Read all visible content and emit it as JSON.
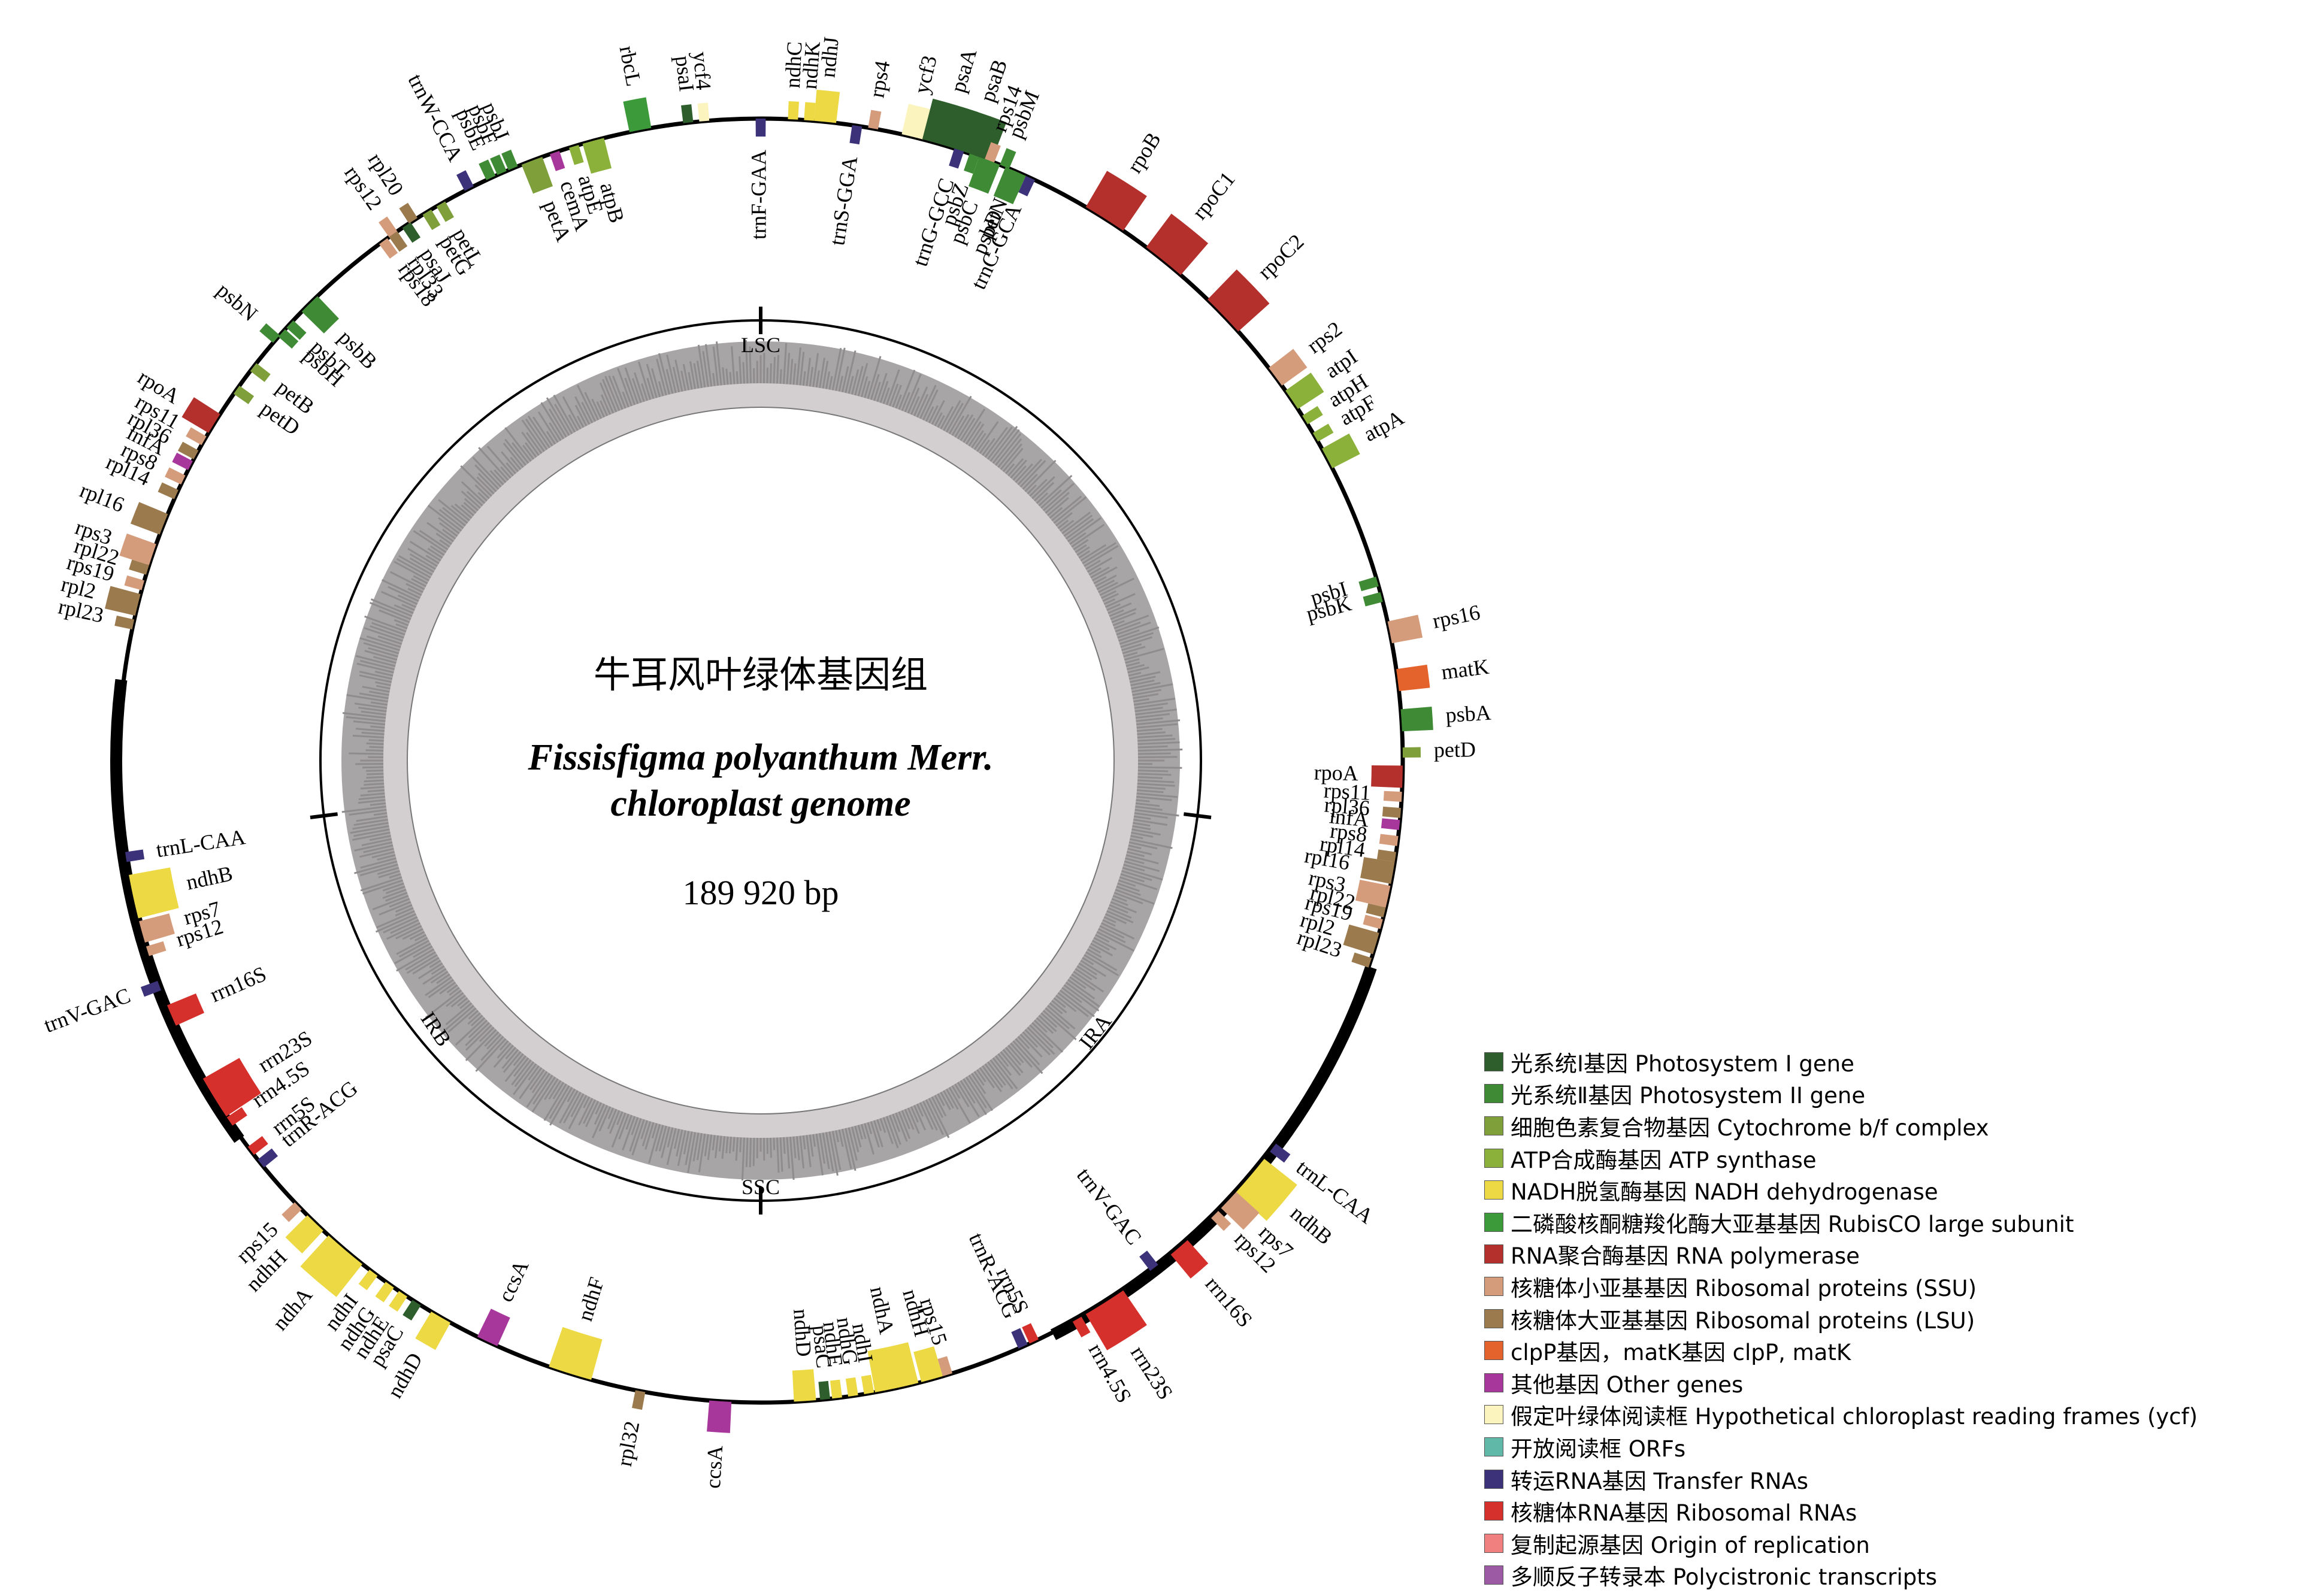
{
  "title_cn": "牛耳风叶绿体基因组",
  "title_species": "Fissisfigma polyanthum Merr.",
  "title_genome": "chloroplast genome",
  "size": "189 920 bp",
  "regions": [
    "LSC",
    "IRA",
    "SSC",
    "IRB"
  ],
  "colors": {
    "psI": "#2e5e2c",
    "psII": "#3f8a34",
    "cyt": "#7f9f3a",
    "atp": "#8cb13a",
    "ndh": "#ecd944",
    "rbcL": "#3c9a3a",
    "rpo": "#b3302c",
    "ssu": "#d59c7c",
    "lsu": "#9b7a4e",
    "clp": "#e4622c",
    "other": "#a8379c",
    "ycf": "#fbf4bf",
    "orf": "#5fb8a8",
    "trna": "#3c327a",
    "rrna": "#d6302c",
    "ori": "#f08080",
    "poly": "#9c5aa4"
  },
  "genes": [
    {
      "name": "psbM",
      "pos": 0.062,
      "side": "out",
      "type": "psII",
      "size": "s"
    },
    {
      "name": "petN",
      "pos": 0.065,
      "side": "in",
      "type": "cyt",
      "size": "s"
    },
    {
      "name": "trnC-GCA",
      "pos": 0.069,
      "side": "in",
      "type": "trna",
      "size": "s"
    },
    {
      "name": "rpoB",
      "pos": 0.09,
      "side": "out",
      "type": "rpo",
      "size": "l"
    },
    {
      "name": "rpoC1",
      "pos": 0.108,
      "side": "out",
      "type": "rpo",
      "size": "l"
    },
    {
      "name": "rpoC2",
      "pos": 0.128,
      "side": "out",
      "type": "rpo",
      "size": "l"
    },
    {
      "name": "rps2",
      "pos": 0.148,
      "side": "out",
      "type": "ssu",
      "size": "m"
    },
    {
      "name": "atpI",
      "pos": 0.155,
      "side": "out",
      "type": "atp",
      "size": "m"
    },
    {
      "name": "atpH",
      "pos": 0.161,
      "side": "out",
      "type": "atp",
      "size": "s"
    },
    {
      "name": "atpF",
      "pos": 0.166,
      "side": "out",
      "type": "atp",
      "size": "s"
    },
    {
      "name": "atpA",
      "pos": 0.172,
      "side": "out",
      "type": "atp",
      "size": "m"
    },
    {
      "name": "psbI",
      "pos": 0.205,
      "side": "in",
      "type": "psII",
      "size": "s"
    },
    {
      "name": "psbK",
      "pos": 0.209,
      "side": "in",
      "type": "psII",
      "size": "s"
    },
    {
      "name": "rps16",
      "pos": 0.218,
      "side": "out",
      "type": "ssu",
      "size": "m"
    },
    {
      "name": "matK",
      "pos": 0.23,
      "side": "out",
      "type": "clp",
      "size": "m"
    },
    {
      "name": "psbA",
      "pos": 0.24,
      "side": "out",
      "type": "psII",
      "size": "m"
    },
    {
      "name": "petD",
      "pos": 0.248,
      "side": "out",
      "type": "cyt",
      "size": "s"
    },
    {
      "name": "rpoA",
      "pos": 0.254,
      "side": "in",
      "type": "rpo",
      "size": "m"
    },
    {
      "name": "rps11",
      "pos": 0.259,
      "side": "in",
      "type": "ssu",
      "size": "s"
    },
    {
      "name": "rpl36",
      "pos": 0.263,
      "side": "in",
      "type": "lsu",
      "size": "s"
    },
    {
      "name": "infA",
      "pos": 0.266,
      "side": "in",
      "type": "other",
      "size": "s"
    },
    {
      "name": "rps8",
      "pos": 0.27,
      "side": "in",
      "type": "ssu",
      "size": "s"
    },
    {
      "name": "rpl14",
      "pos": 0.274,
      "side": "in",
      "type": "lsu",
      "size": "s"
    },
    {
      "name": "rpl16",
      "pos": 0.278,
      "side": "in",
      "type": "lsu",
      "size": "m"
    },
    {
      "name": "rps3",
      "pos": 0.284,
      "side": "in",
      "type": "ssu",
      "size": "m"
    },
    {
      "name": "rpl22",
      "pos": 0.288,
      "side": "in",
      "type": "lsu",
      "size": "s"
    },
    {
      "name": "rps19",
      "pos": 0.291,
      "side": "in",
      "type": "ssu",
      "size": "s"
    },
    {
      "name": "rpl2",
      "pos": 0.296,
      "side": "in",
      "type": "lsu",
      "size": "m"
    },
    {
      "name": "rpl23",
      "pos": 0.301,
      "side": "in",
      "type": "lsu",
      "size": "s"
    },
    {
      "name": "trnL-CAA",
      "pos": 0.353,
      "side": "out",
      "type": "trna",
      "size": "s"
    },
    {
      "name": "ndhB",
      "pos": 0.362,
      "side": "out",
      "type": "ndh",
      "size": "l"
    },
    {
      "name": "rps7",
      "pos": 0.37,
      "side": "out",
      "type": "ssu",
      "size": "m"
    },
    {
      "name": "rps12",
      "pos": 0.375,
      "side": "out",
      "type": "ssu",
      "size": "s"
    },
    {
      "name": "rrn16S",
      "pos": 0.387,
      "side": "out",
      "type": "rrna",
      "size": "m"
    },
    {
      "name": "trnV-GAC",
      "pos": 0.395,
      "side": "in",
      "type": "trna",
      "size": "s"
    },
    {
      "name": "rrn23S",
      "pos": 0.41,
      "side": "out",
      "type": "rrna",
      "size": "l"
    },
    {
      "name": "rrn4.5S",
      "pos": 0.418,
      "side": "out",
      "type": "rrna",
      "size": "s"
    },
    {
      "name": "rrn5S",
      "pos": 0.43,
      "side": "in",
      "type": "rrna",
      "size": "s"
    },
    {
      "name": "trnR-ACG",
      "pos": 0.433,
      "side": "in",
      "type": "trna",
      "size": "s"
    },
    {
      "name": "rps15",
      "pos": 0.453,
      "side": "in",
      "type": "ssu",
      "size": "s"
    },
    {
      "name": "ndhH",
      "pos": 0.457,
      "side": "in",
      "type": "ndh",
      "size": "m"
    },
    {
      "name": "ndhA",
      "pos": 0.466,
      "side": "in",
      "type": "ndh",
      "size": "l"
    },
    {
      "name": "ndhI",
      "pos": 0.473,
      "side": "in",
      "type": "ndh",
      "size": "s"
    },
    {
      "name": "ndhG",
      "pos": 0.477,
      "side": "in",
      "type": "ndh",
      "size": "s"
    },
    {
      "name": "ndhE",
      "pos": 0.481,
      "side": "in",
      "type": "ndh",
      "size": "s"
    },
    {
      "name": "psaC",
      "pos": 0.484,
      "side": "in",
      "type": "psI",
      "size": "s"
    },
    {
      "name": "ndhD",
      "pos": 0.489,
      "side": "in",
      "type": "ndh",
      "size": "m"
    },
    {
      "name": "ccsA",
      "pos": 0.51,
      "side": "out",
      "type": "other",
      "size": "m"
    },
    {
      "name": "rpl32",
      "pos": 0.53,
      "side": "out",
      "type": "lsu",
      "size": "s"
    },
    {
      "name": "ndhF",
      "pos": 0.548,
      "side": "in",
      "type": "ndh",
      "size": "l"
    },
    {
      "name": "ccsA",
      "pos": 0.57,
      "side": "in",
      "type": "other",
      "size": "m"
    },
    {
      "name": "ndhD",
      "pos": 0.583,
      "side": "out",
      "type": "ndh",
      "size": "m"
    },
    {
      "name": "psaC",
      "pos": 0.59,
      "side": "out",
      "type": "psI",
      "size": "s"
    },
    {
      "name": "ndhE",
      "pos": 0.594,
      "side": "out",
      "type": "ndh",
      "size": "s"
    },
    {
      "name": "ndhG",
      "pos": 0.598,
      "side": "out",
      "type": "ndh",
      "size": "s"
    },
    {
      "name": "ndhI",
      "pos": 0.603,
      "side": "out",
      "type": "ndh",
      "size": "s"
    },
    {
      "name": "ndhA",
      "pos": 0.612,
      "side": "out",
      "type": "ndh",
      "size": "l"
    },
    {
      "name": "ndhH",
      "pos": 0.622,
      "side": "out",
      "type": "ndh",
      "size": "m"
    },
    {
      "name": "rps15",
      "pos": 0.628,
      "side": "out",
      "type": "ssu",
      "size": "s"
    },
    {
      "name": "trnR-ACG",
      "pos": 0.642,
      "side": "in",
      "type": "trna",
      "size": "s"
    },
    {
      "name": "rrn5S",
      "pos": 0.646,
      "side": "in",
      "type": "rrna",
      "size": "s"
    },
    {
      "name": "rrn23S",
      "pos": 0.662,
      "side": "in",
      "type": "rrna",
      "size": "l"
    },
    {
      "name": "rrn4.5S",
      "pos": 0.655,
      "side": "in",
      "type": "rrna",
      "size": "s"
    },
    {
      "name": "rrn16S",
      "pos": 0.685,
      "side": "in",
      "type": "rrna",
      "size": "m"
    },
    {
      "name": "trnV-GAC",
      "pos": 0.693,
      "side": "out",
      "type": "trna",
      "size": "s"
    },
    {
      "name": "rps12",
      "pos": 0.702,
      "side": "in",
      "type": "ssu",
      "size": "s"
    },
    {
      "name": "rps7",
      "pos": 0.707,
      "side": "in",
      "type": "ssu",
      "size": "m"
    },
    {
      "name": "ndhB",
      "pos": 0.716,
      "side": "in",
      "type": "ndh",
      "size": "l"
    },
    {
      "name": "trnL-CAA",
      "pos": 0.726,
      "side": "in",
      "type": "trna",
      "size": "s"
    },
    {
      "name": "rpl23",
      "pos": 0.784,
      "side": "out",
      "type": "lsu",
      "size": "s"
    },
    {
      "name": "rpl2",
      "pos": 0.789,
      "side": "out",
      "type": "lsu",
      "size": "m"
    },
    {
      "name": "rps19",
      "pos": 0.794,
      "side": "out",
      "type": "ssu",
      "size": "s"
    },
    {
      "name": "rpl22",
      "pos": 0.798,
      "side": "out",
      "type": "lsu",
      "size": "s"
    },
    {
      "name": "rps3",
      "pos": 0.802,
      "side": "out",
      "type": "ssu",
      "size": "m"
    },
    {
      "name": "rpl16",
      "pos": 0.81,
      "side": "out",
      "type": "lsu",
      "size": "m"
    },
    {
      "name": "rpl14",
      "pos": 0.818,
      "side": "out",
      "type": "lsu",
      "size": "s"
    },
    {
      "name": "rps8",
      "pos": 0.822,
      "side": "out",
      "type": "ssu",
      "size": "s"
    },
    {
      "name": "infA",
      "pos": 0.826,
      "side": "out",
      "type": "other",
      "size": "s"
    },
    {
      "name": "rpl36",
      "pos": 0.829,
      "side": "out",
      "type": "lsu",
      "size": "s"
    },
    {
      "name": "rps11",
      "pos": 0.833,
      "side": "out",
      "type": "ssu",
      "size": "s"
    },
    {
      "name": "rpoA",
      "pos": 0.838,
      "side": "out",
      "type": "rpo",
      "size": "m"
    },
    {
      "name": "petD",
      "pos": 0.848,
      "side": "in",
      "type": "cyt",
      "size": "s"
    },
    {
      "name": "petB",
      "pos": 0.855,
      "side": "in",
      "type": "cyt",
      "size": "s"
    },
    {
      "name": "psbN",
      "pos": 0.864,
      "side": "out",
      "type": "psII",
      "size": "s"
    },
    {
      "name": "psbH",
      "pos": 0.866,
      "side": "in",
      "type": "psII",
      "size": "s"
    },
    {
      "name": "psbT",
      "pos": 0.869,
      "side": "in",
      "type": "psII",
      "size": "s"
    },
    {
      "name": "psbB",
      "pos": 0.876,
      "side": "in",
      "type": "psII",
      "size": "m"
    },
    {
      "name": "rps18",
      "pos": 0.9,
      "side": "in",
      "type": "ssu",
      "size": "s"
    },
    {
      "name": "rpl33",
      "pos": 0.903,
      "side": "in",
      "type": "lsu",
      "size": "s"
    },
    {
      "name": "psaJ",
      "pos": 0.907,
      "side": "in",
      "type": "psI",
      "size": "s"
    },
    {
      "name": "rps12",
      "pos": 0.903,
      "side": "out",
      "type": "ssu",
      "size": "s"
    },
    {
      "name": "rpl20",
      "pos": 0.909,
      "side": "out",
      "type": "lsu",
      "size": "s"
    },
    {
      "name": "petG",
      "pos": 0.913,
      "side": "in",
      "type": "cyt",
      "size": "s"
    },
    {
      "name": "petL",
      "pos": 0.917,
      "side": "in",
      "type": "cyt",
      "size": "s"
    },
    {
      "name": "trnW-CCA",
      "pos": 0.925,
      "side": "out",
      "type": "trna",
      "size": "s"
    },
    {
      "name": "psbE",
      "pos": 0.931,
      "side": "out",
      "type": "psII",
      "size": "s"
    },
    {
      "name": "psbF",
      "pos": 0.934,
      "side": "out",
      "type": "psII",
      "size": "s"
    },
    {
      "name": "psbJ",
      "pos": 0.937,
      "side": "out",
      "type": "psII",
      "size": "s"
    },
    {
      "name": "petA",
      "pos": 0.942,
      "side": "in",
      "type": "cyt",
      "size": "m"
    },
    {
      "name": "cemA",
      "pos": 0.948,
      "side": "in",
      "type": "other",
      "size": "s"
    },
    {
      "name": "atpE",
      "pos": 0.953,
      "side": "in",
      "type": "atp",
      "size": "s"
    },
    {
      "name": "atpB",
      "pos": 0.958,
      "side": "in",
      "type": "atp",
      "size": "m"
    },
    {
      "name": "rbcL",
      "pos": 0.97,
      "side": "out",
      "type": "rbcL",
      "size": "m"
    },
    {
      "name": "psaI",
      "pos": 0.982,
      "side": "out",
      "type": "psI",
      "size": "s"
    },
    {
      "name": "ycf4",
      "pos": 0.986,
      "side": "out",
      "type": "ycf",
      "size": "s"
    },
    {
      "name": "trnF-GAA",
      "pos": 0.0,
      "side": "in",
      "type": "trna",
      "size": "s"
    },
    {
      "name": "ndhC",
      "pos": 0.008,
      "side": "out",
      "type": "ndh",
      "size": "s"
    },
    {
      "name": "ndhK",
      "pos": 0.012,
      "side": "out",
      "type": "ndh",
      "size": "s"
    },
    {
      "name": "ndhJ",
      "pos": 0.016,
      "side": "out",
      "type": "ndh",
      "size": "m"
    },
    {
      "name": "trnS-GGA",
      "pos": 0.024,
      "side": "in",
      "type": "trna",
      "size": "s"
    },
    {
      "name": "rps4",
      "pos": 0.028,
      "side": "out",
      "type": "ssu",
      "size": "s"
    },
    {
      "name": "ycf3",
      "pos": 0.038,
      "side": "out",
      "type": "ycf",
      "size": "m"
    },
    {
      "name": "psaA",
      "pos": 0.046,
      "side": "out",
      "type": "psI",
      "size": "l"
    },
    {
      "name": "psaB",
      "pos": 0.053,
      "side": "out",
      "type": "psI",
      "size": "l"
    },
    {
      "name": "rps14",
      "pos": 0.058,
      "side": "out",
      "type": "ssu",
      "size": "s"
    },
    {
      "name": "trnG-GCC",
      "pos": 0.05,
      "side": "in",
      "type": "trna",
      "size": "s"
    },
    {
      "name": "psbZ",
      "pos": 0.054,
      "side": "in",
      "type": "psII",
      "size": "s"
    },
    {
      "name": "psbC",
      "pos": 0.058,
      "side": "in",
      "type": "psII",
      "size": "m"
    },
    {
      "name": "psbD",
      "pos": 0.065,
      "side": "in",
      "type": "psII",
      "size": "m"
    }
  ],
  "legend": [
    {
      "color": "#2e5e2c",
      "text": "光系统Ⅰ基因  Photosystem I gene"
    },
    {
      "color": "#3f8a34",
      "text": "光系统Ⅱ基因  Photosystem II gene"
    },
    {
      "color": "#7f9f3a",
      "text": "细胞色素复合物基因 Cytochrome b/f complex"
    },
    {
      "color": "#8cb13a",
      "text": "ATP合成酶基因 ATP synthase"
    },
    {
      "color": "#ecd944",
      "text": "NADH脱氢酶基因 NADH dehydrogenase"
    },
    {
      "color": "#3c9a3a",
      "text": "二磷酸核酮糖羧化酶大亚基基因 RubisCO large subunit"
    },
    {
      "color": "#b3302c",
      "text": "RNA聚合酶基因 RNA polymerase"
    },
    {
      "color": "#d59c7c",
      "text": "核糖体小亚基基因 Ribosomal proteins (SSU)"
    },
    {
      "color": "#9b7a4e",
      "text": "核糖体大亚基基因 Ribosomal proteins (LSU)"
    },
    {
      "color": "#e4622c",
      "text": "clpP基因，matK基因 clpP, matK"
    },
    {
      "color": "#a8379c",
      "text": "其他基因 Other genes"
    },
    {
      "color": "#fbf4bf",
      "text": "假定叶绿体阅读框 Hypothetical chloroplast reading frames (ycf)"
    },
    {
      "color": "#5fb8a8",
      "text": "开放阅读框 ORFs"
    },
    {
      "color": "#3c327a",
      "text": "转运RNA基因 Transfer RNAs"
    },
    {
      "color": "#d6302c",
      "text": "核糖体RNA基因 Ribosomal RNAs"
    },
    {
      "color": "#f08080",
      "text": "复制起源基因 Origin of replication"
    },
    {
      "color": "#9c5aa4",
      "text": "多顺反子转录本 Polycistronic transcripts"
    }
  ]
}
